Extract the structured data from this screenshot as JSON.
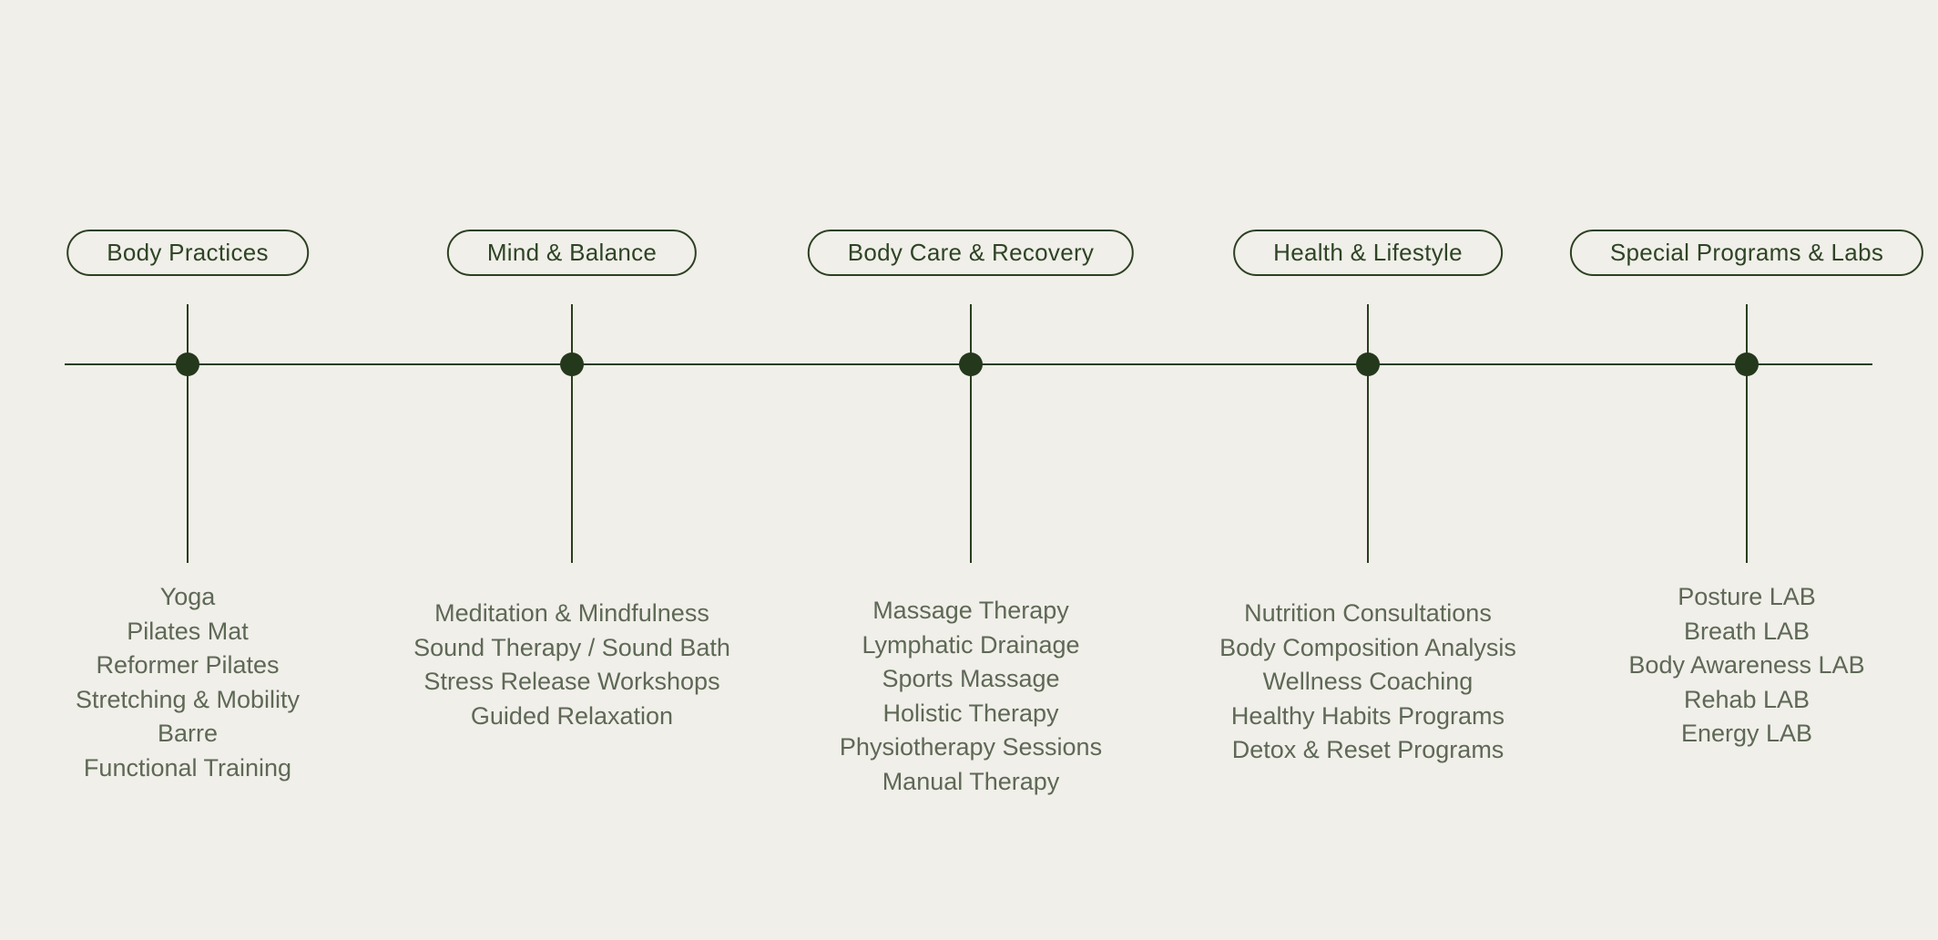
{
  "palette": {
    "background": "#f0efe9",
    "accent_dark_green": "#293d1f",
    "pill_text": "#2e4425",
    "list_text": "#5e6856"
  },
  "timeline": {
    "columns": [
      {
        "label": "Body Practices",
        "items": [
          "Yoga",
          "Pilates Mat",
          "Reformer Pilates",
          "Stretching & Mobility",
          "Barre",
          "Functional Training"
        ]
      },
      {
        "label": "Mind & Balance",
        "items": [
          "Meditation & Mindfulness",
          "Sound Therapy / Sound Bath",
          "Stress Release Workshops",
          "Guided Relaxation"
        ]
      },
      {
        "label": "Body Care & Recovery",
        "items": [
          "Massage Therapy",
          "Lymphatic Drainage",
          "Sports Massage",
          "Holistic Therapy",
          "Physiotherapy Sessions",
          "Manual Therapy"
        ]
      },
      {
        "label": "Health & Lifestyle",
        "items": [
          "Nutrition Consultations",
          "Body Composition Analysis",
          "Wellness Coaching",
          "Healthy Habits Programs",
          "Detox & Reset Programs"
        ]
      },
      {
        "label": "Special Programs & Labs",
        "items": [
          "Posture LAB",
          "Breath LAB",
          "Body Awareness LAB",
          "Rehab LAB",
          "Energy LAB"
        ]
      }
    ]
  }
}
